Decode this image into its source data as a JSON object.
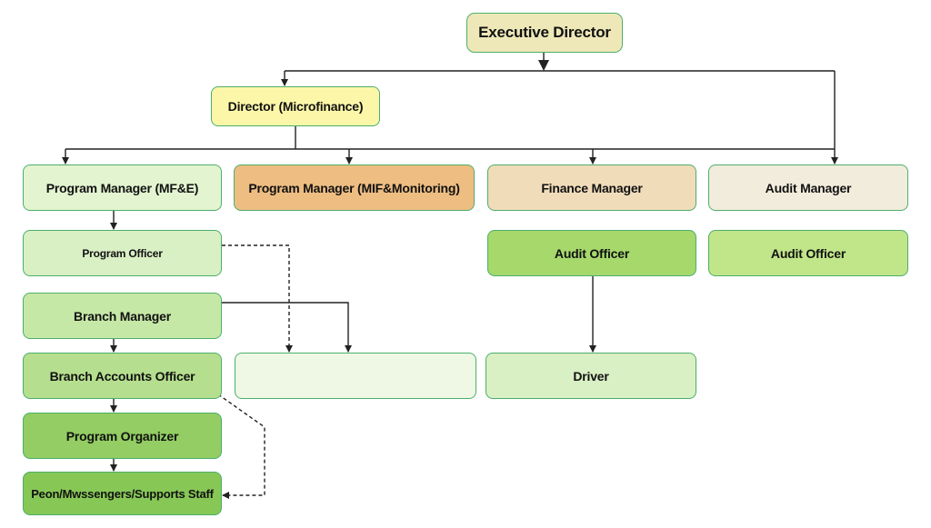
{
  "nodes": {
    "executive_director": "Executive Director",
    "director": "Director (Microfinance)",
    "program_manager_mfe": "Program Manager (MF&E)",
    "program_manager_mif": "Program Manager (MIF&Monitoring)",
    "finance_manager": "Finance Manager",
    "audit_manager": "Audit Manager",
    "program_officer": "Program Officer",
    "audit_officer_finance": "Audit Officer",
    "audit_officer_audit": "Audit Officer",
    "branch_manager": "Branch Manager",
    "branch_accounts_officer": "Branch Accounts Officer",
    "blank_box": "",
    "driver": "Driver",
    "program_organizer": "Program Organizer",
    "peon": "Peon/Mwssengers/Supports Staff"
  },
  "colors": {
    "border": "#4caf6a",
    "line": "#222222"
  }
}
